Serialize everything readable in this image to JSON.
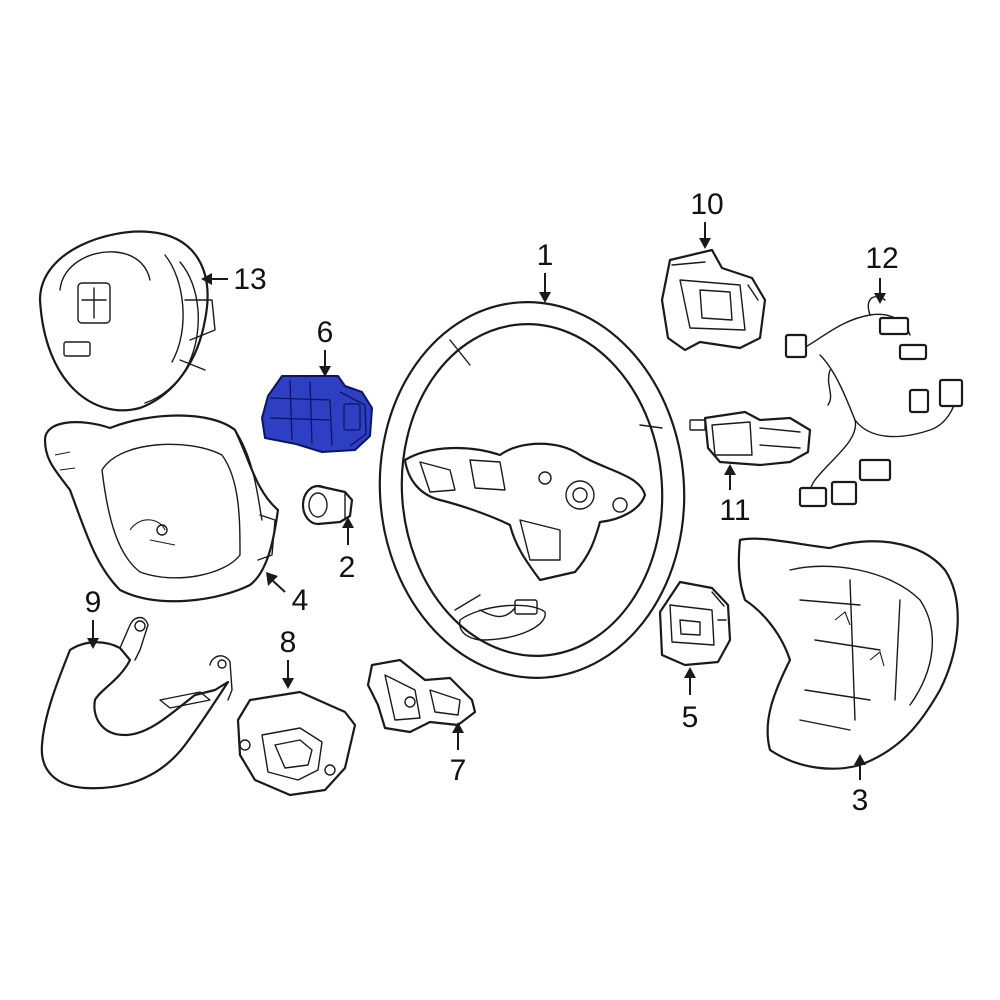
{
  "diagram": {
    "highlight_color": "#2f3fc4",
    "callouts": [
      {
        "id": "c1",
        "label": "1"
      },
      {
        "id": "c2",
        "label": "2"
      },
      {
        "id": "c3",
        "label": "3"
      },
      {
        "id": "c4",
        "label": "4"
      },
      {
        "id": "c5",
        "label": "5"
      },
      {
        "id": "c6",
        "label": "6"
      },
      {
        "id": "c7",
        "label": "7"
      },
      {
        "id": "c8",
        "label": "8"
      },
      {
        "id": "c9",
        "label": "9"
      },
      {
        "id": "c10",
        "label": "10"
      },
      {
        "id": "c11",
        "label": "11"
      },
      {
        "id": "c12",
        "label": "12"
      },
      {
        "id": "c13",
        "label": "13"
      }
    ]
  }
}
